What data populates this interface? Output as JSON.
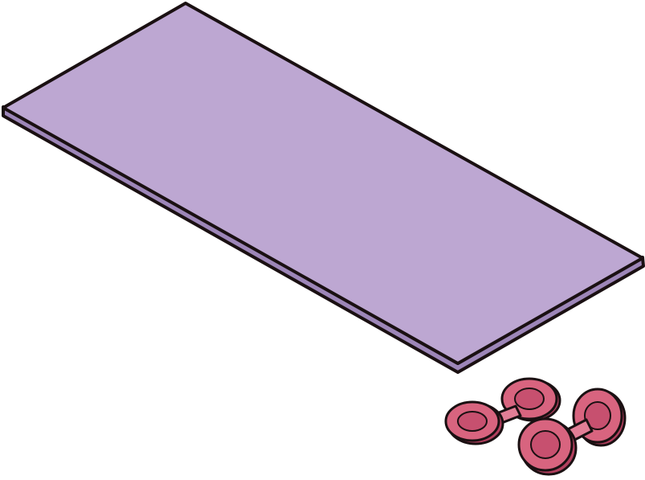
{
  "scene": {
    "background": "#ffffff",
    "outline_color": "#1a1012",
    "objects": [
      "yoga-mat",
      "dumbbell",
      "dumbbell"
    ]
  },
  "yoga_mat": {
    "icon": "yoga-mat-icon",
    "top_color": "#bda7d2",
    "edge_color": "#9d86b8"
  },
  "dumbbells": {
    "icon": "dumbbell-icon",
    "count": 2,
    "plate_color": "#c7506f",
    "plate_face_color": "#d8647f",
    "plate_side_color": "#b23f5e",
    "handle_color": "#e27e96"
  }
}
